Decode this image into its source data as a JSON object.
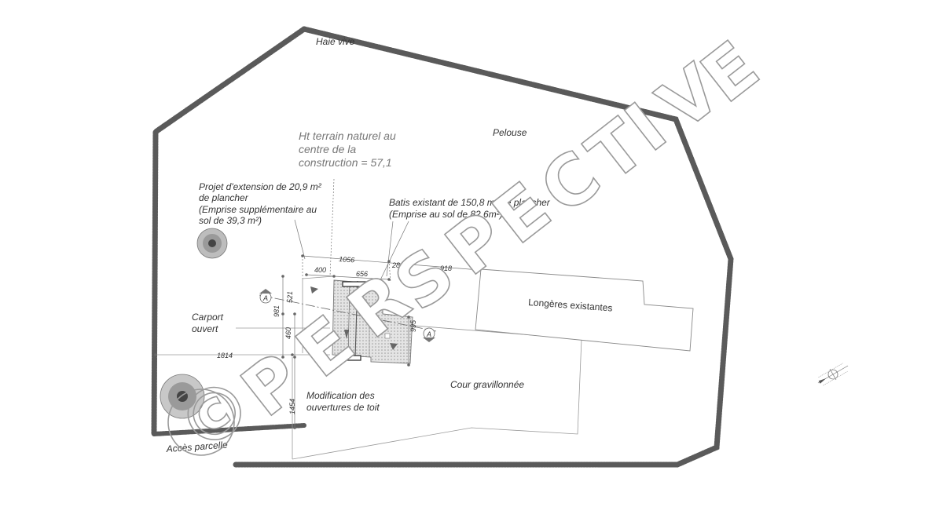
{
  "labels": {
    "haie_vive": "Haie vive",
    "pelouse": "Pelouse",
    "ht_terrain": [
      "Ht terrain naturel au",
      "centre de la",
      "construction = 57,1"
    ],
    "projet_extension": [
      "Projet d'extension de 20,9 m²",
      "de plancher",
      "(Emprise supplémentaire au",
      "sol de 39,3 m²)"
    ],
    "batis_existant": [
      "Batis existant de 150,8 m² de plancher",
      "(Emprise au sol de 82,6m²)"
    ],
    "longeres": "Longères existantes",
    "carport": [
      "Carport",
      "ouvert"
    ],
    "cour": "Cour gravillonnée",
    "modification": [
      "Modification des",
      "ouvertures de toit"
    ],
    "acces": "Accès parcelle"
  },
  "dimensions": {
    "d1056": "1056",
    "d400": "400",
    "d656": "656",
    "d286": "286",
    "d918": "918",
    "d521": "521",
    "d981": "981",
    "d460": "460",
    "d995": "995",
    "d1814": "1814",
    "d1454": "1454"
  },
  "section_marker": "A",
  "watermark": {
    "letters": [
      "P",
      "E",
      "R",
      "S",
      "P",
      "E",
      "C",
      "T",
      "I",
      "V",
      "E"
    ],
    "copyright": "©"
  },
  "colors": {
    "hedge": "#555555",
    "line": "#888888",
    "watermark_stroke": "#9a9a9a",
    "tree": "#777777"
  }
}
